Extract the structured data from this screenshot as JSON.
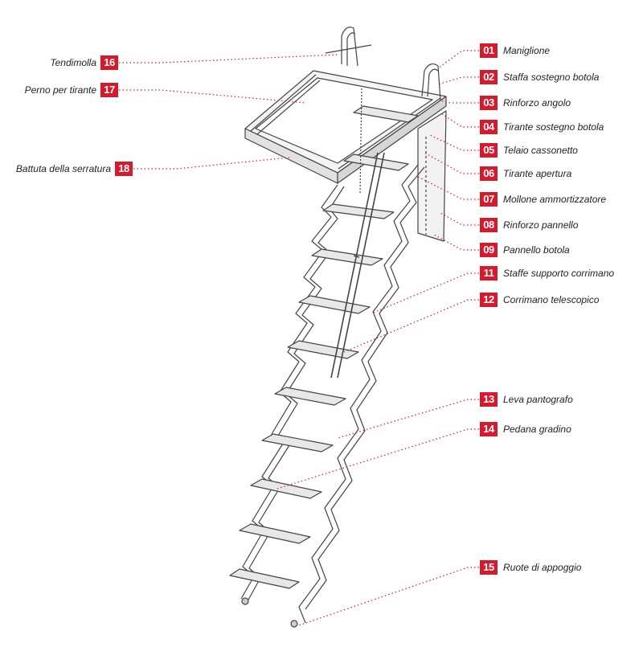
{
  "accent_color": "#d7192b",
  "line_color": "#444444",
  "caption": "",
  "callouts": [
    {
      "num": "01",
      "label": "Maniglione",
      "side": "right"
    },
    {
      "num": "02",
      "label": "Staffa sostegno botola",
      "side": "right"
    },
    {
      "num": "03",
      "label": "Rinforzo angolo",
      "side": "right"
    },
    {
      "num": "04",
      "label": "Tirante sostegno botola",
      "side": "right"
    },
    {
      "num": "05",
      "label": "Telaio  cassonetto",
      "side": "right"
    },
    {
      "num": "06",
      "label": "Tirante apertura",
      "side": "right"
    },
    {
      "num": "07",
      "label": "Mollone  ammortizzatore",
      "side": "right"
    },
    {
      "num": "08",
      "label": "Rinforzo pannello",
      "side": "right"
    },
    {
      "num": "09",
      "label": "Pannello botola",
      "side": "right"
    },
    {
      "num": "11",
      "label": "Staffe supporto corrimano",
      "side": "right"
    },
    {
      "num": "12",
      "label": "Corrimano telescopico",
      "side": "right"
    },
    {
      "num": "13",
      "label": "Leva pantografo",
      "side": "right"
    },
    {
      "num": "14",
      "label": "Pedana gradino",
      "side": "right"
    },
    {
      "num": "15",
      "label": "Ruote di appoggio",
      "side": "right"
    },
    {
      "num": "16",
      "label": "Tendimolla",
      "side": "left"
    },
    {
      "num": "17",
      "label": "Perno per tirante",
      "side": "left"
    },
    {
      "num": "18",
      "label": "Battuta della serratura",
      "side": "left"
    }
  ]
}
